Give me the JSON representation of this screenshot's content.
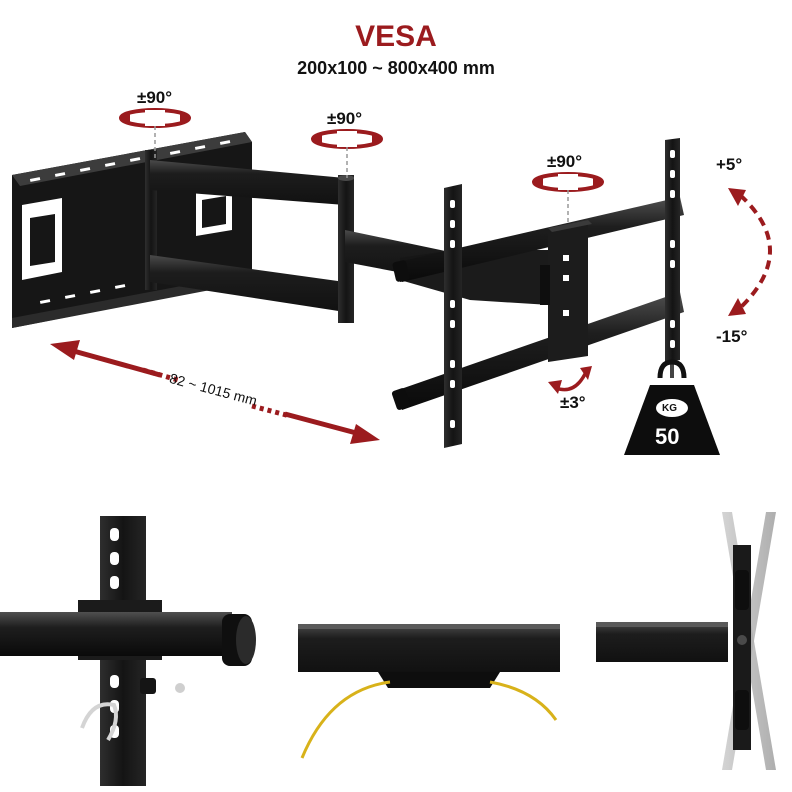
{
  "header": {
    "title": "VESA",
    "subtitle": "200x100 ~ 800x400 mm"
  },
  "labels": {
    "swivel_left": "±90°",
    "swivel_middle": "±90°",
    "swivel_right": "±90°",
    "tilt_up": "+5°",
    "tilt_down": "-15°",
    "rotation": "±3°",
    "extension": "82 ~ 1015 mm"
  },
  "weight": {
    "unit": "KG",
    "value": "50"
  },
  "colors": {
    "accent": "#9b1b1e",
    "metal": "#1c1c1c",
    "cable": "#d8b21a"
  },
  "icons": {
    "swivel": "rotation-arrows-icon",
    "tilt": "curved-arrow-icon",
    "weight": "kettlebell-weight-icon"
  }
}
